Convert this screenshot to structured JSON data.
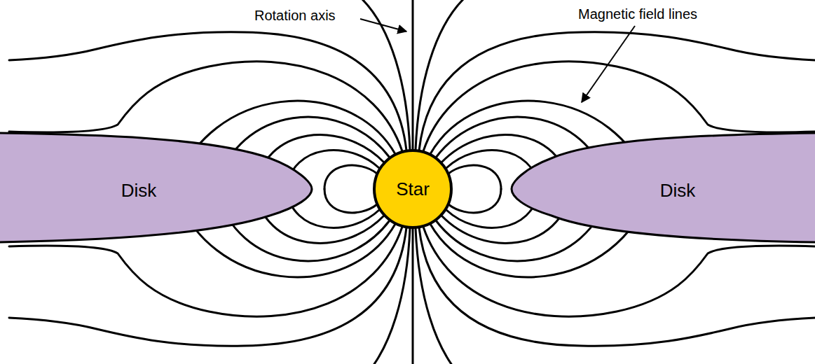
{
  "diagram": {
    "nodes": [
      {
        "text": [
          "Disk"
        ]
      },
      {
        "text": [
          "Star"
        ]
      },
      {
        "text": [
          "Disk"
        ]
      }
    ],
    "labels": [
      "Rotation axis",
      "Magnetic field lines"
    ]
  }
}
